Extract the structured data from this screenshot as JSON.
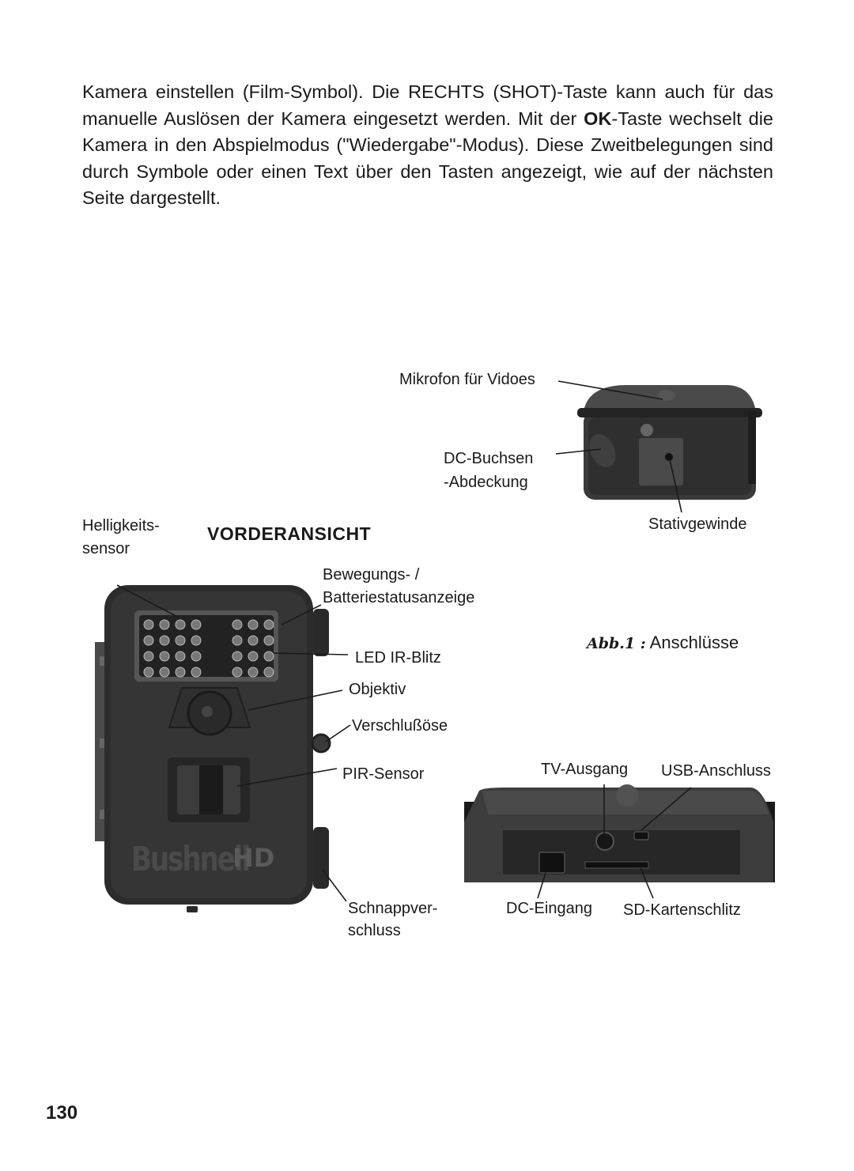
{
  "paragraph": {
    "part1": "Kamera einstellen (Film-Symbol). Die RECHTS (SHOT)-Taste kann auch für das manuelle Auslösen der Kamera eingesetzt werden. Mit der ",
    "ok": "OK",
    "part2": "-Taste wechselt die Kamera in den Abspielmodus (\"Wiedergabe\"-Modus). Diese Zweitbelegungen sind durch Symbole oder einen Text über den Tasten angezeigt, wie auf der nächsten Seite dargestellt."
  },
  "top_view": {
    "mic": "Mikrofon für Vidoes",
    "dc_cover_1": "DC-Buchsen",
    "dc_cover_2": "-Abdeckung",
    "tripod": "Stativgewinde"
  },
  "front_view": {
    "title": "VORDERANSICHT",
    "light_sensor_1": "Helligkeits-",
    "light_sensor_2": "sensor",
    "status_1": "Bewegungs- /",
    "status_2": "Batteriestatusanzeige",
    "led": "LED IR-Blitz",
    "lens": "Objektiv",
    "lock_eye": "Verschlußöse",
    "pir": "PIR-Sensor",
    "latch_1": "Schnappver-",
    "latch_2": "schluss",
    "brand": "Bushnell",
    "brand_hd": "HD"
  },
  "bottom_view": {
    "tv": "TV-Ausgang",
    "usb": "USB-Anschluss",
    "dc_in": "DC-Eingang",
    "sd": "SD-Kartenschlitz"
  },
  "caption": {
    "abb": "Abb.1 :",
    "text": " Anschlüsse"
  },
  "page_number": "130"
}
